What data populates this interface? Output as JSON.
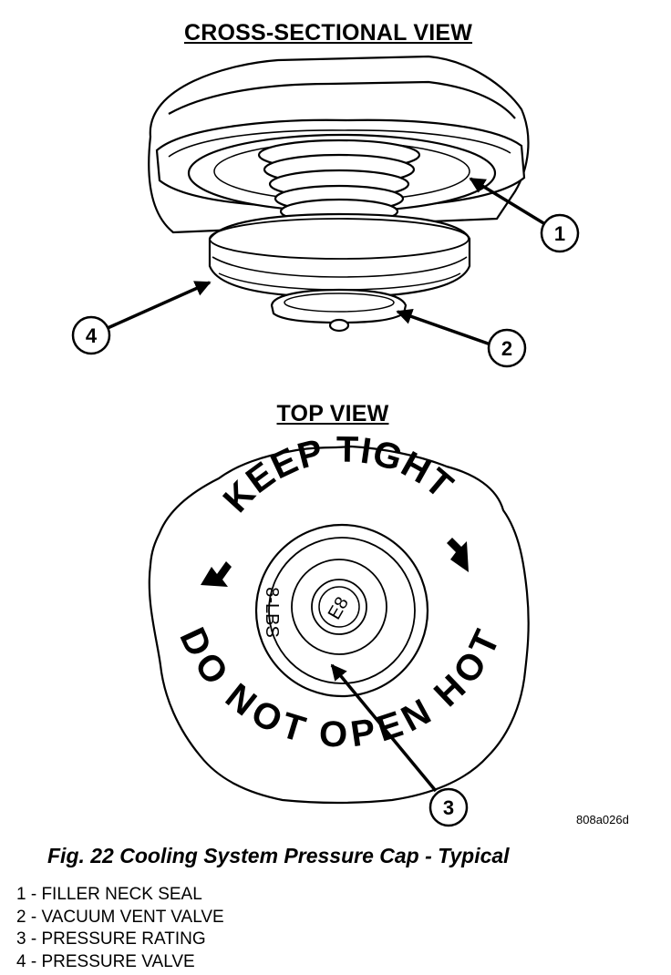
{
  "headings": {
    "cross_section": "CROSS-SECTIONAL VIEW",
    "top_view": "TOP VIEW"
  },
  "cap_text": {
    "top_arc": "KEEP TIGHT",
    "bottom_arc": "DO NOT OPEN HOT",
    "pressure_stamp": "8-LBS",
    "inner_stamp": "E8"
  },
  "callouts": {
    "c1": "1",
    "c2": "2",
    "c3": "3",
    "c4": "4"
  },
  "figure_code": "808a026d",
  "caption": "Fig. 22 Cooling System Pressure Cap - Typical",
  "legend": [
    "1 - FILLER NECK SEAL",
    "2 - VACUUM VENT VALVE",
    "3 - PRESSURE RATING",
    "4 - PRESSURE VALVE"
  ]
}
